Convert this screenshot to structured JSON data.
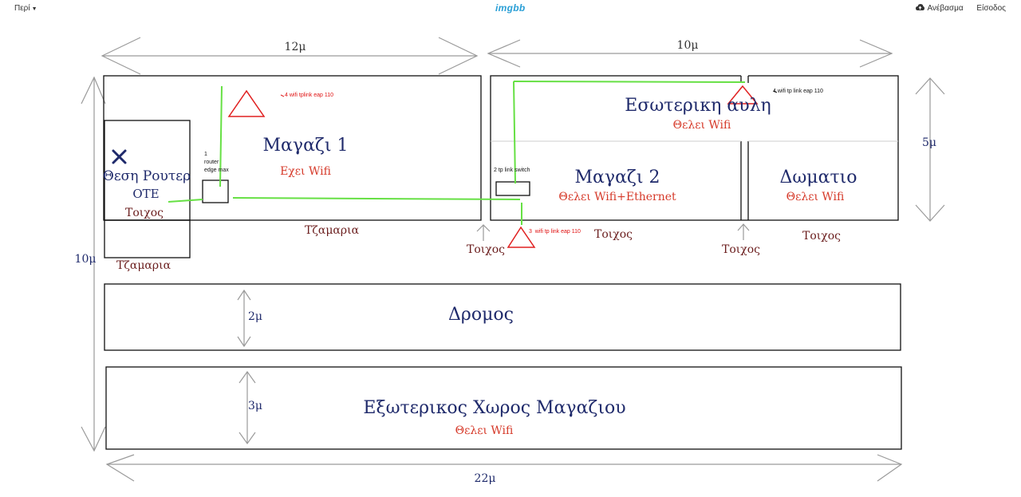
{
  "header": {
    "menu_label": "Περί",
    "logo": "imgbb",
    "upload_label": "Ανέβασμα",
    "login_label": "Είσοδος"
  },
  "diagram": {
    "dims": {
      "top_left_width": "12μ",
      "top_right_width": "10μ",
      "right_height": "5μ",
      "left_height": "10μ",
      "road_height": "2μ",
      "outdoor_height": "3μ",
      "bottom_width": "22μ"
    },
    "router_box": {
      "title": "Θεση Ρουτερ",
      "subtitle": "ΟΤΕ",
      "wall": "Τοιχος",
      "glass": "Τζαμαρια"
    },
    "shop1": {
      "title": "Μαγαζι 1",
      "status": "Εχει Wifi",
      "glass": "Τζαμαρια",
      "ap_label": "wifi tplink eap 110",
      "ap_num": "4",
      "router_label_1": "1",
      "router_label_2": "router",
      "router_label_3": "edge max"
    },
    "yard": {
      "title": "Εσωτερικη αυλη",
      "status": "Θελει Wifi",
      "ap_label": "wifi tp link eap 110",
      "ap_num": "4"
    },
    "shop2": {
      "title": "Μαγαζι  2",
      "status": "Θελει Wifi+Ethernet",
      "wall": "Τοιχος",
      "switch_label": "2 tp link switch",
      "ap_label": "wifi tp link eap 110",
      "ap_num": "3"
    },
    "room": {
      "title": "Δωματιο",
      "status": "Θελει Wifi",
      "wall": "Τοιχος"
    },
    "wall_left": "Τοιχος",
    "wall_mid": "Τοιχος",
    "road": {
      "title": "Δρομος"
    },
    "outdoor": {
      "title": "Εξωτερικος Χωρος Μαγαζιου",
      "status": "Θελει Wifi"
    },
    "colors": {
      "outline": "#111111",
      "cable": "#66e044",
      "ap": "#e02020",
      "arrow": "#9a9a9a",
      "title_text": "#1f2a6b",
      "status_text": "#d63a2a",
      "wall_text": "#6b1e1e"
    }
  }
}
